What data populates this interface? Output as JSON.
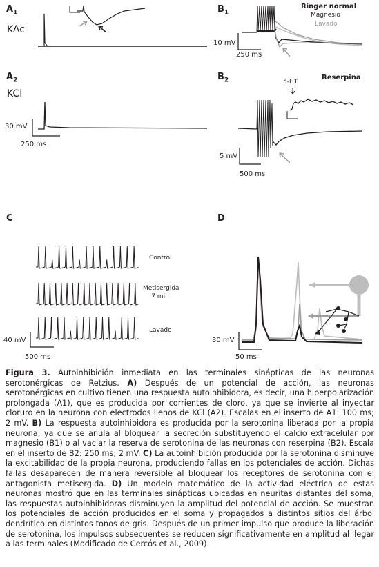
{
  "panels": {
    "A1": {
      "label": "A",
      "sub": "1",
      "cond": "KAc"
    },
    "A2": {
      "label": "A",
      "sub": "2",
      "cond": "KCl",
      "scale_v": "30 mV",
      "scale_t": "250 ms"
    },
    "B1": {
      "label": "B",
      "sub": "1",
      "legend": [
        "Ringer normal",
        "Magnesio",
        "Lavado"
      ],
      "scale_v": "10 mV",
      "scale_t": "250 ms"
    },
    "B2": {
      "label": "B",
      "sub": "2",
      "title": "Reserpina",
      "marker": "5-HT",
      "scale_v": "5 mV",
      "scale_t": "500 ms"
    },
    "C": {
      "label": "C",
      "traces": [
        "Control",
        "Metisergida\n7 min",
        "Lavado"
      ],
      "scale_v": "40 mV",
      "scale_t": "500 ms"
    },
    "D": {
      "label": "D",
      "scale_v": "30 mV",
      "scale_t": "50 ms"
    }
  },
  "caption": {
    "fig": "Figura 3.",
    "s0": "Autoinhibición inmediata en las terminales sinápticas de las neuronas serotonérgicas de Retzius.",
    "A": "A)",
    "s1": "Después de un potencial de acción, las neuronas serotonérgicas en cultivo tienen una respuesta autoinhibidora, es decir, una hiperpolarización prolongada (A1), que es producida por corrientes de cloro, ya que se invierte al inyectar cloruro en la neurona con electrodos llenos de KCl (A2). Escalas en el inserto de A1: 100 ms; 2 mV.",
    "B": "B)",
    "s2": "La respuesta autoinhibidora es producida por la serotonina liberada por la propia neurona, ya que se anula al bloquear la secreción substituyendo el calcio extracelular por magnesio (B1) o al vaciar la reserva de serotonina de las neuronas con reserpina (B2). Escala en el inserto de B2: 250 ms; 2 mV.",
    "C": "C)",
    "s3": "La autoinhibición producida por la serotonina disminuye la excitabilidad de la propia neurona, produciendo fallas en los potenciales de acción. Dichas fallas desaparecen de manera reversible al bloquear los receptores de serotonina con el antagonista metisergida.",
    "D": "D)",
    "s4": "Un modelo matemático de la actividad eléctrica de estas neuronas mostró que en las terminales sinápticas ubicadas en neuritas distantes del soma, las respuestas autoinhibidoras disminuyen la amplitud del potencial de acción. Se muestran los potenciales de acción producidos en el soma y propagados a distintos sitios del árbol dendrítico en distintos tonos de gris. Después de un primer impulso que produce la liberación de serotonina, los impulsos subsecuentes se reducen significativamente en amplitud al llegar a las terminales (Modificado de Cercós et al., 2009)."
  },
  "colors": {
    "ink": "#231f20",
    "gray": "#9d9d9d",
    "light": "#bdbdbd"
  }
}
